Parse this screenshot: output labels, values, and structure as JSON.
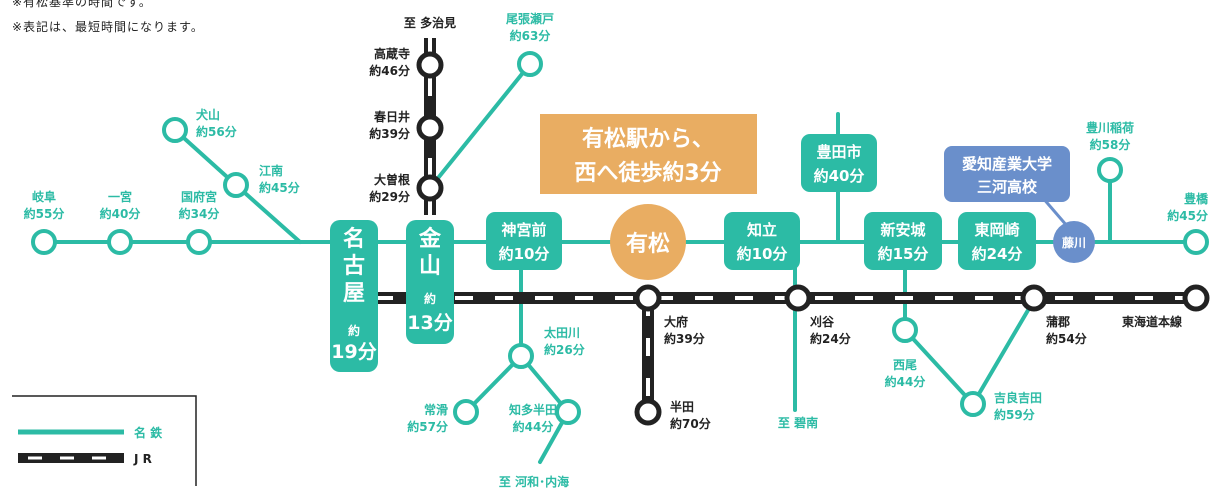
{
  "notes": [
    "※有松基準の時間です。",
    "※表記は、最短時間になります。"
  ],
  "colors": {
    "meitetsu": "#2cbba5",
    "jr": "#222222",
    "origin": "#e9ad62",
    "school": "#6a8fcb"
  },
  "origin": {
    "station": "有松",
    "callout_line1": "有松駅から、",
    "callout_line2": "西へ徒歩約3分"
  },
  "school": {
    "line1": "愛知産業大学",
    "line2": "三河高校",
    "nearest_station": "藤川"
  },
  "hubs": {
    "nagoya": {
      "name": [
        "名",
        "古",
        "屋"
      ],
      "yaku": "約",
      "time": "19分"
    },
    "kanayama": {
      "name": [
        "金",
        "山"
      ],
      "yaku": "約",
      "time": "13分"
    },
    "jingumae": {
      "name": "神宮前",
      "time": "約10分"
    },
    "chiryu": {
      "name": "知立",
      "time": "約10分"
    },
    "shinanjo": {
      "name": "新安城",
      "time": "約15分"
    },
    "higashiokazaki": {
      "name": "東岡崎",
      "time": "約24分"
    },
    "toyotashi": {
      "name": "豊田市",
      "time": "約40分"
    }
  },
  "stations": {
    "gifu": {
      "name": "岐阜",
      "time": "約55分"
    },
    "ichinomiya": {
      "name": "一宮",
      "time": "約40分"
    },
    "konomiya": {
      "name": "国府宮",
      "time": "約34分"
    },
    "inuyama": {
      "name": "犬山",
      "time": "約56分"
    },
    "konan": {
      "name": "江南",
      "time": "約45分"
    },
    "owariseto": {
      "name": "尾張瀬戸",
      "time": "約63分"
    },
    "takakuraji": {
      "name": "高蔵寺",
      "time": "約46分"
    },
    "kasugai": {
      "name": "春日井",
      "time": "約39分"
    },
    "ozone": {
      "name": "大曽根",
      "time": "約29分"
    },
    "otagawa": {
      "name": "太田川",
      "time": "約26分"
    },
    "tokoname": {
      "name": "常滑",
      "time": "約57分"
    },
    "chitahanda": {
      "name": "知多半田",
      "time": "約44分"
    },
    "obu": {
      "name": "大府",
      "time": "約39分"
    },
    "handa": {
      "name": "半田",
      "time": "約70分"
    },
    "kariya": {
      "name": "刈谷",
      "time": "約24分"
    },
    "nishio": {
      "name": "西尾",
      "time": "約44分"
    },
    "kirayoshida": {
      "name": "吉良吉田",
      "time": "約59分"
    },
    "gamagori": {
      "name": "蒲郡",
      "time": "約54分"
    },
    "toyokawainari": {
      "name": "豊川稲荷",
      "time": "約58分"
    },
    "toyohashi": {
      "name": "豊橋",
      "time": "約45分"
    }
  },
  "destinations": {
    "tajimi": "至 多治見",
    "hekinan": "至 碧南",
    "kowa": "至 河和･内海"
  },
  "jr_line_name": "東海道本線",
  "legend": {
    "meitetsu": "名 鉄",
    "jr": "J R"
  }
}
